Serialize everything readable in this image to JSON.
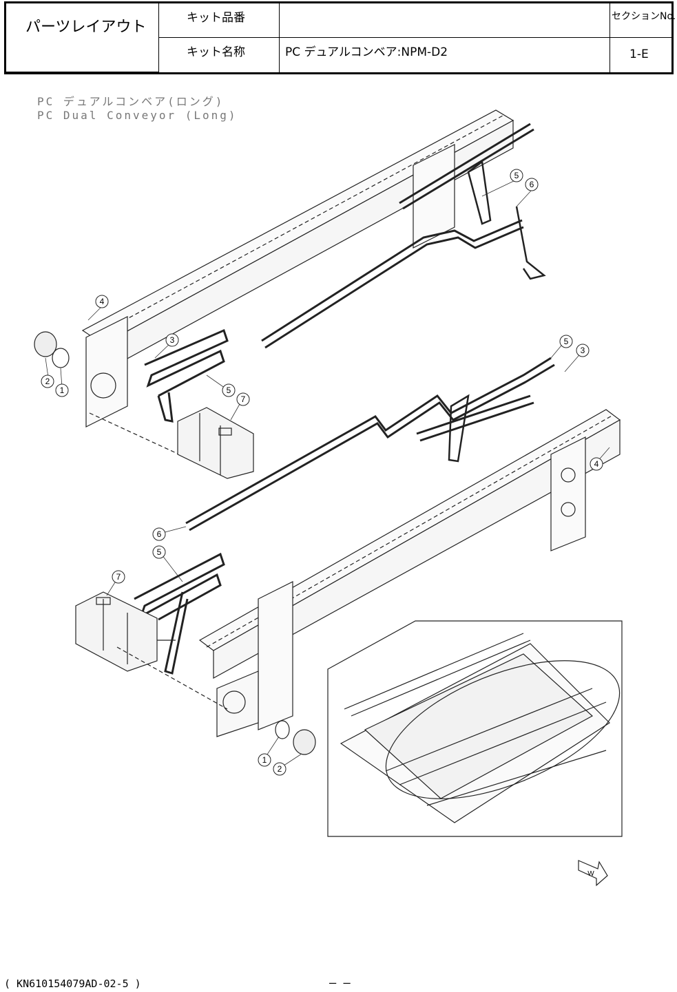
{
  "header": {
    "title": "パーツレイアウト",
    "kit_number_label": "キット品番",
    "kit_number_value": "",
    "kit_name_label": "キット名称",
    "kit_name_value": "PC デュアルコンベア:NPM-D2",
    "section_label": "セクションNo.",
    "section_value": "1-E"
  },
  "caption": {
    "jp": "PC デュアルコンベア(ロング)",
    "en": "PC Dual Conveyor (Long)"
  },
  "callouts": [
    "5",
    "6",
    "4",
    "3",
    "2",
    "1",
    "5",
    "7",
    "5",
    "3",
    "4",
    "6",
    "5",
    "7",
    "1",
    "2"
  ],
  "direction_label": "W",
  "footer": {
    "doc_code": "( KN610154079AD-02-5 )",
    "page_marks": "–   –"
  }
}
